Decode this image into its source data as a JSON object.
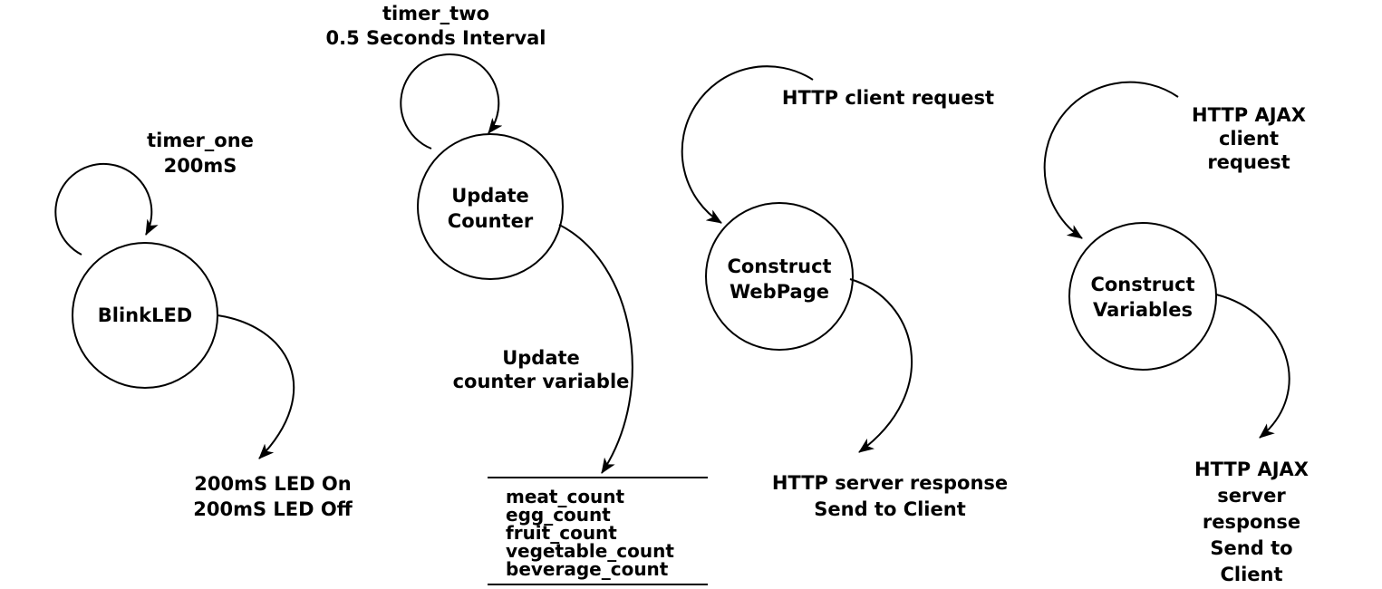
{
  "diagram": {
    "colors": {
      "background": "#ffffff",
      "line": "#000000",
      "text": "#000000"
    },
    "states": [
      {
        "label": "BlinkLED",
        "trigger": "timer_one\n200mS",
        "output": "200mS LED On\n200mS LED Off"
      },
      {
        "label": "Update\nCounter",
        "trigger": "timer_two\n0.5 Seconds Interval",
        "output_label": "Update\ncounter variable",
        "variables": [
          "meat_count",
          "egg_count",
          "fruit_count",
          "vegetable_count",
          "beverage_count"
        ]
      },
      {
        "label": "Construct\nWebPage",
        "trigger": "HTTP client request",
        "output": "HTTP server response\nSend to Client"
      },
      {
        "label": "Construct\nVariables",
        "trigger": "HTTP AJAX client request",
        "output": "HTTP AJAX\nserver response\nSend to Client"
      }
    ]
  }
}
